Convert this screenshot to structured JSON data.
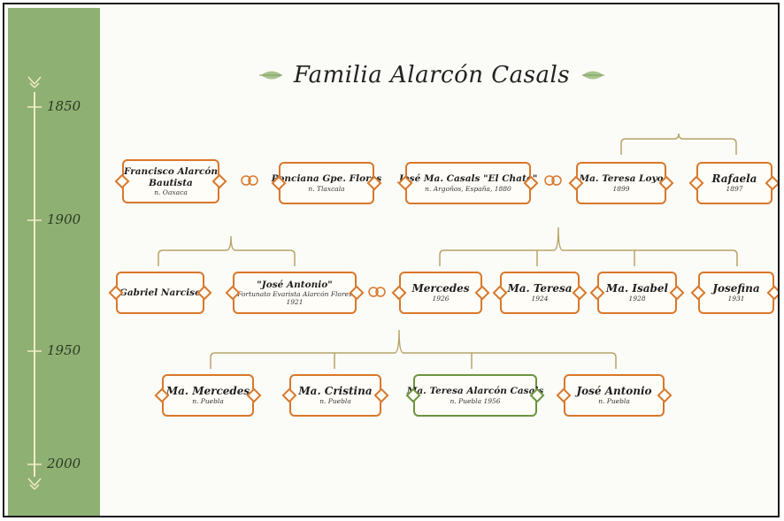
{
  "title": "Familia Alarcón Casals",
  "timeline": {
    "years": [
      "1850",
      "1900",
      "1950",
      "2000"
    ]
  },
  "people": {
    "francisco": {
      "name": "Francisco Alarcón",
      "name2": "Bautista",
      "sub": "n. Oaxaca"
    },
    "ponciana": {
      "name": "Ponciana Gpe. Flores",
      "sub": "n. Tlaxcala"
    },
    "jose_ma": {
      "name": "José Ma. Casals \"El Chato\"",
      "sub": "n. Argoños, España, 1880"
    },
    "ma_teresa_loyo": {
      "name": "Ma. Teresa Loyo",
      "sub": "1899"
    },
    "rafaela": {
      "name": "Rafaela",
      "sub": "1897"
    },
    "gabriel": {
      "name": "Gabriel Narciso"
    },
    "jose_antonio_1921": {
      "name": "\"José Antonio\"",
      "name2": "Fortunato Evarista Alarcón Flores",
      "sub": "1921"
    },
    "mercedes": {
      "name": "Mercedes",
      "sub": "1926"
    },
    "ma_teresa_1924": {
      "name": "Ma. Teresa",
      "sub": "1924"
    },
    "ma_isabel": {
      "name": "Ma. Isabel",
      "sub": "1928"
    },
    "josefina": {
      "name": "Josefina",
      "sub": "1931"
    },
    "ma_mercedes": {
      "name": "Ma. Mercedes",
      "sub": "n. Puebla"
    },
    "ma_cristina": {
      "name": "Ma. Cristina",
      "sub": "n. Puebla"
    },
    "ma_teresa_alarcon": {
      "name": "Ma. Teresa Alarcón Casals",
      "sub": "n. Puebla 1956"
    },
    "jose_antonio_puebla": {
      "name": "José Antonio",
      "sub": "n. Puebla"
    }
  },
  "colors": {
    "timeline": "#8fb073",
    "card_border": "#d9772a",
    "highlight_border": "#6b943e",
    "connector": "#b8a56a"
  }
}
